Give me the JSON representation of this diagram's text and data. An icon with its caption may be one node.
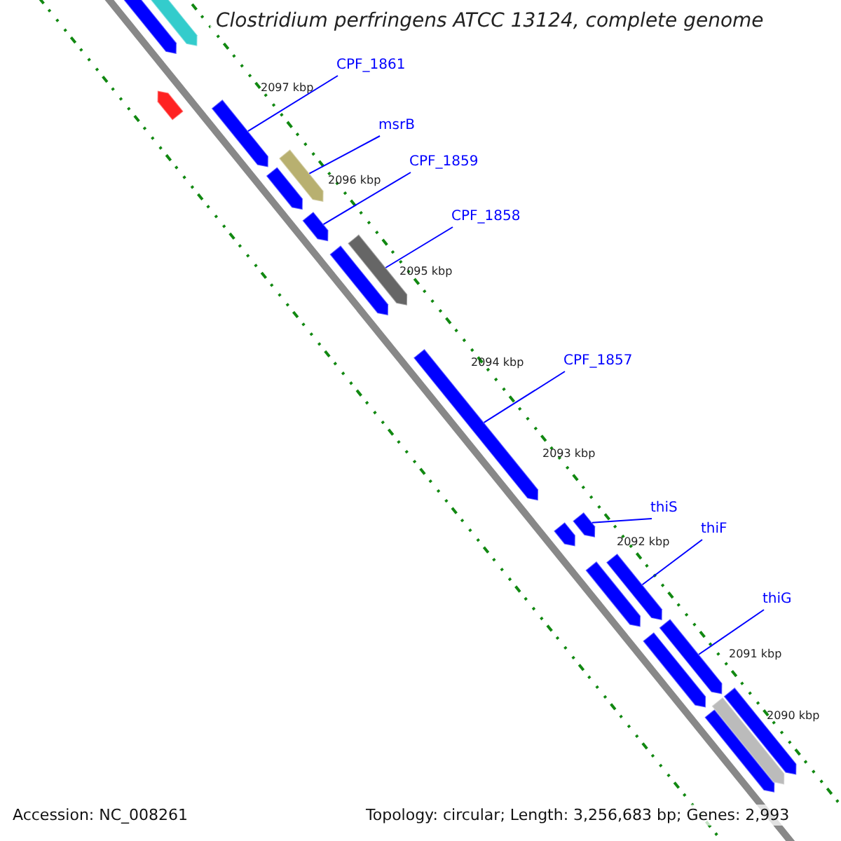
{
  "diagram": {
    "title": "Clostridium perfringens ATCC 13124, complete genome",
    "nodes": [
      {
        "text": [
          "CPF_1861"
        ]
      },
      {
        "text": [
          "msrB"
        ]
      },
      {
        "text": [
          "CPF_1859"
        ]
      },
      {
        "text": [
          "CPF_1858"
        ]
      },
      {
        "text": [
          "CPF_1857"
        ]
      },
      {
        "text": [
          "thiS"
        ]
      },
      {
        "text": [
          "thiF"
        ]
      },
      {
        "text": [
          "thiG"
        ]
      },
      {
        "text": [],
        "shape": "arrow"
      },
      {
        "text": [],
        "shape": "arrow"
      },
      {
        "text": [],
        "shape": "arrow"
      },
      {
        "text": [],
        "shape": "arrow"
      },
      {
        "text": [],
        "shape": "arrow"
      },
      {
        "text": [],
        "shape": "arrow"
      },
      {
        "text": [],
        "shape": "arrow"
      },
      {
        "text": [],
        "shape": "arrow"
      },
      {
        "text": [],
        "shape": "arrow"
      },
      {
        "text": [],
        "shape": "arrow"
      },
      {
        "text": [],
        "shape": "arrow"
      },
      {
        "text": [],
        "shape": "arrow"
      },
      {
        "text": [],
        "shape": "arrow"
      },
      {
        "text": [],
        "shape": "arrow"
      },
      {
        "text": [],
        "shape": "arrow"
      },
      {
        "text": [],
        "shape": "arrow"
      },
      {
        "text": [],
        "shape": "arrow"
      },
      {
        "text": [],
        "shape": "arrow"
      },
      {
        "text": [],
        "shape": "arrow"
      }
    ],
    "edges": [
      {
        "from": 0,
        "to": 11,
        "arrow": "none"
      },
      {
        "from": 1,
        "to": 12,
        "arrow": "none"
      },
      {
        "from": 2,
        "to": 14,
        "arrow": "none"
      },
      {
        "from": 3,
        "to": 16,
        "arrow": "none"
      },
      {
        "from": 4,
        "to": 17,
        "arrow": "none"
      },
      {
        "from": 5,
        "to": 19,
        "arrow": "none"
      },
      {
        "from": 6,
        "to": 21,
        "arrow": "none"
      },
      {
        "from": 7,
        "to": 23,
        "arrow": "none"
      }
    ],
    "labels": [
      "2097 kbp",
      "2096 kbp",
      "2095 kbp",
      "2094 kbp",
      "2093 kbp",
      "2092 kbp",
      "2091 kbp",
      "2090 kbp",
      "Accession: NC_008261",
      "Topology: circular; Length: 3,256,683 bp; Genes: 2,993"
    ]
  }
}
